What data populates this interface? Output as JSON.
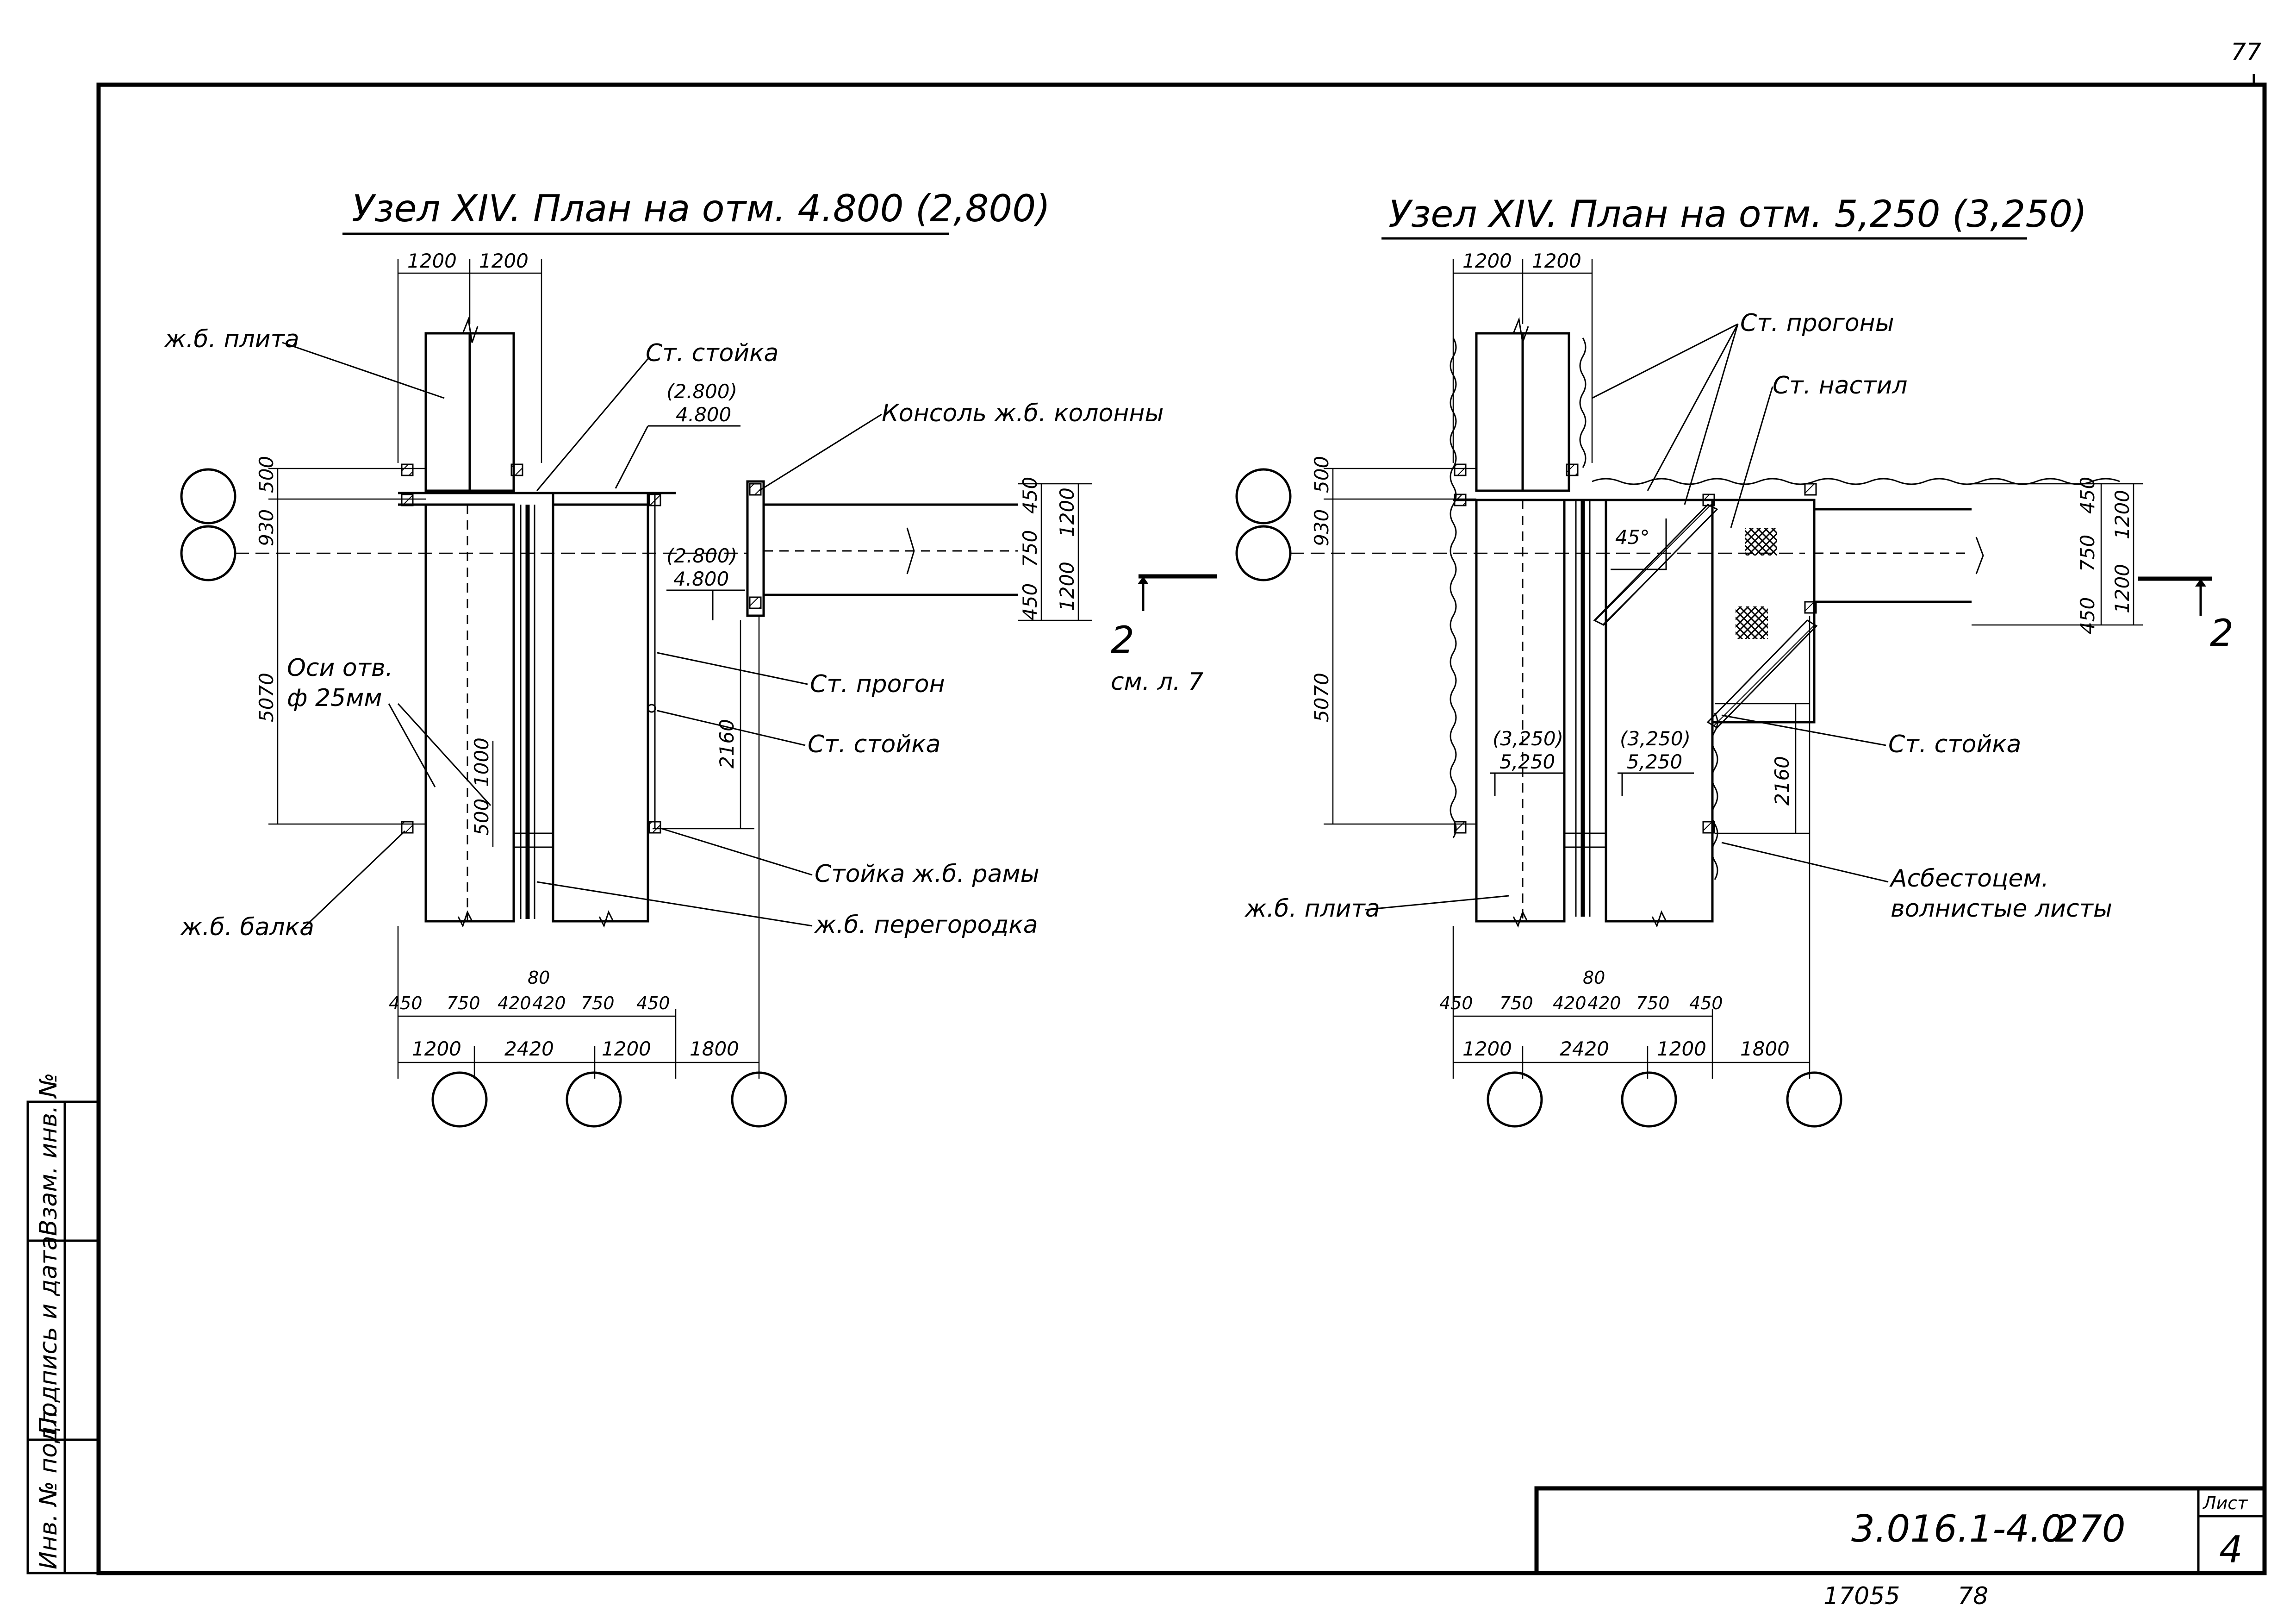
{
  "page_corner": "77",
  "left": {
    "title": "Узел XIV. План на отм. 4.800 (2,800)",
    "labels": {
      "plate": "ж.б. плита",
      "steel_post_top": "Ст. стойка",
      "elev_a1": "(2.800)",
      "elev_a2": "4.800",
      "console": "Консоль ж.б. колонны",
      "elev_b1": "(2.800)",
      "elev_b2": "4.800",
      "purlin": "Ст. прогон",
      "steel_post_mid": "Ст. стойка",
      "frame_post": "Стойка ж.б. рамы",
      "partition": "ж.б. перегородка",
      "beam": "ж.б. балка",
      "holes1": "Оси отв.",
      "holes2": "ф 25мм",
      "section_num": "2",
      "section_ref": "см. л. 7"
    },
    "dims": {
      "top1": "1200",
      "top2": "1200",
      "v500": "500",
      "v930": "930",
      "v5070": "5070",
      "v1000": "1000",
      "v500b": "500",
      "v2160": "2160",
      "r450a": "450",
      "r750": "750",
      "r450b": "450",
      "r1200a": "1200",
      "r1200b": "1200",
      "b80": "80",
      "b450a": "450",
      "b750a": "750",
      "b420a": "420",
      "b420b": "420",
      "b750b": "750",
      "b450b": "450",
      "c1200a": "1200",
      "c2420": "2420",
      "c1200b": "1200",
      "c1800": "1800"
    }
  },
  "right": {
    "title": "Узел XIV. План на отм. 5,250 (3,250)",
    "labels": {
      "purlins": "Ст. прогоны",
      "deck": "Ст. настил",
      "angle": "45°",
      "elev_c1": "(3,250)",
      "elev_c2": "5,250",
      "elev_d1": "(3,250)",
      "elev_d2": "5,250",
      "steel_post": "Ст. стойка",
      "plate": "ж.б. плита",
      "asbestos1": "Асбестоцем.",
      "asbestos2": "волнистые листы",
      "section_num": "2"
    },
    "dims": {
      "top1": "1200",
      "top2": "1200",
      "v500": "500",
      "v930": "930",
      "v5070": "5070",
      "v2160": "2160",
      "r450a": "450",
      "r750": "750",
      "r450b": "450",
      "r1200a": "1200",
      "r1200b": "1200",
      "b80": "80",
      "b450a": "450",
      "b750a": "750",
      "b420a": "420",
      "b420b": "420",
      "b750b": "750",
      "b450b": "450",
      "c1200a": "1200",
      "c2420": "2420",
      "c1200b": "1200",
      "c1800": "1800"
    }
  },
  "stamp": {
    "col1": "Инв. № подл.",
    "col2": "Подпись и дата",
    "col3": "Взам. инв. №"
  },
  "title_block": {
    "code": "3.016.1-4.0",
    "num": "270",
    "sheet_label": "Лист",
    "sheet_num": "4"
  },
  "footer": {
    "a": "17055",
    "b": "78"
  }
}
